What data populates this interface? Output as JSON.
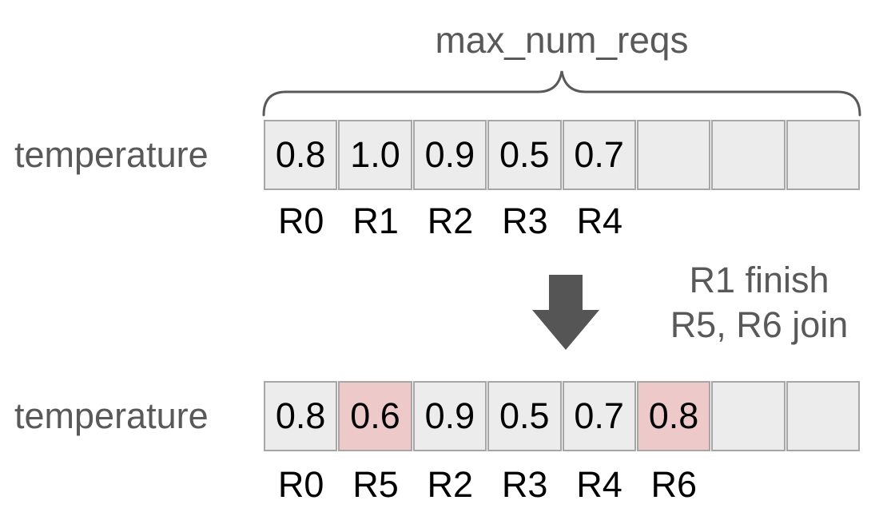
{
  "title": "max_num_reqs",
  "colors": {
    "gray_text": "#595959",
    "cell_bg": "#ececec",
    "cell_highlight": "#eec9c9",
    "cell_border": "#a6a6a6",
    "arrow": "#555555"
  },
  "array_top": {
    "label": "temperature",
    "cells": [
      {
        "value": "0.8",
        "highlight": false
      },
      {
        "value": "1.0",
        "highlight": false
      },
      {
        "value": "0.9",
        "highlight": false
      },
      {
        "value": "0.5",
        "highlight": false
      },
      {
        "value": "0.7",
        "highlight": false
      },
      {
        "value": "",
        "highlight": false
      },
      {
        "value": "",
        "highlight": false
      },
      {
        "value": "",
        "highlight": false
      }
    ],
    "request_labels": [
      "R0",
      "R1",
      "R2",
      "R3",
      "R4"
    ]
  },
  "transition": {
    "arrow_icon": "down-block-arrow",
    "note_line1": "R1 finish",
    "note_line2": "R5, R6 join"
  },
  "array_bottom": {
    "label": "temperature",
    "cells": [
      {
        "value": "0.8",
        "highlight": false
      },
      {
        "value": "0.6",
        "highlight": true
      },
      {
        "value": "0.9",
        "highlight": false
      },
      {
        "value": "0.5",
        "highlight": false
      },
      {
        "value": "0.7",
        "highlight": false
      },
      {
        "value": "0.8",
        "highlight": true
      },
      {
        "value": "",
        "highlight": false
      },
      {
        "value": "",
        "highlight": false
      }
    ],
    "request_labels": [
      "R0",
      "R5",
      "R2",
      "R3",
      "R4",
      "R6"
    ]
  }
}
